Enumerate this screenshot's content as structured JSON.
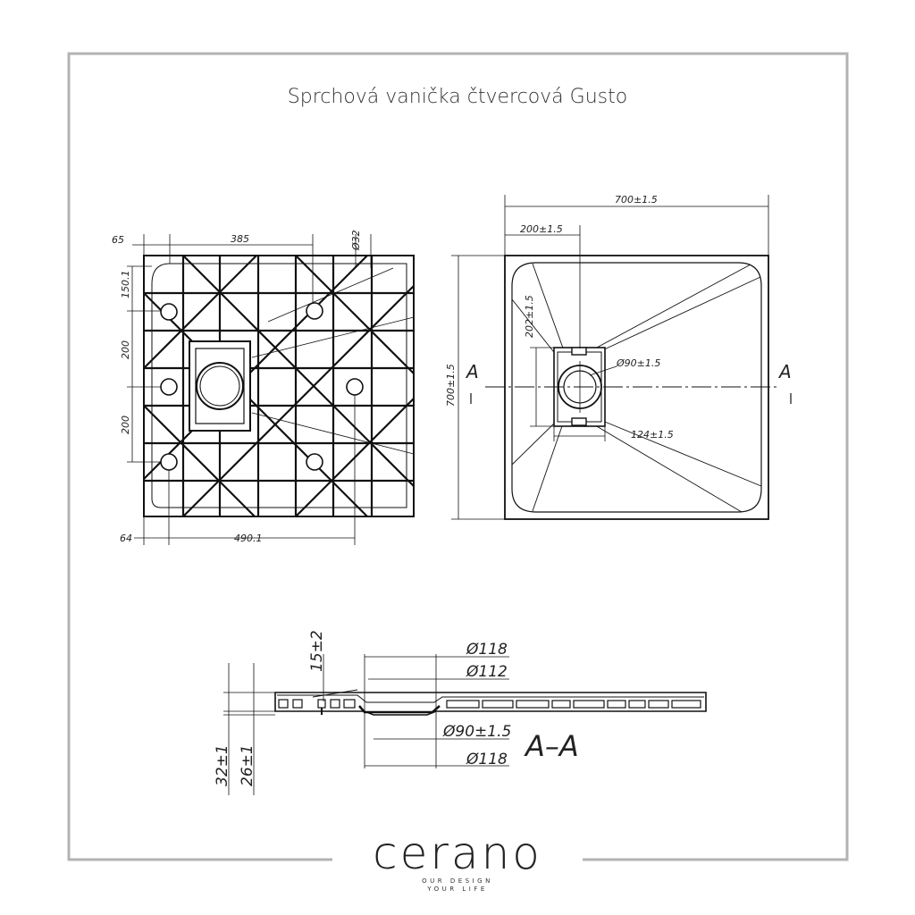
{
  "title": "Sprchová vanička čtvercová Gusto",
  "brand": {
    "name": "cerano",
    "tagline_1": "OUR DESIGN",
    "tagline_2": "YOUR LIFE"
  },
  "bottom_view": {
    "dim_65": "65",
    "dim_385": "385",
    "dim_phi32": "Ø32",
    "dim_150": "150.1",
    "dim_200a": "200",
    "dim_200b": "200",
    "dim_64": "64",
    "dim_490": "490.1"
  },
  "top_view": {
    "dim_width": "700±1.5",
    "dim_drain_offset": "200±1.5",
    "dim_height": "700±1.5",
    "dim_vertical_offset": "202±1.5",
    "dim_drain_dia": "Ø90±1.5",
    "dim_box": "124±1.5",
    "section_left": "A",
    "section_right": "A"
  },
  "section_view": {
    "dim_15": "15±2",
    "dim_118_top": "Ø118",
    "dim_112": "Ø112",
    "dim_90": "Ø90±1.5",
    "dim_118_bottom": "Ø118",
    "dim_32": "32±1",
    "dim_26": "26±1",
    "section_label": "A–A"
  },
  "colors": {
    "frame": "#b0b0b0",
    "line": "#111111"
  }
}
